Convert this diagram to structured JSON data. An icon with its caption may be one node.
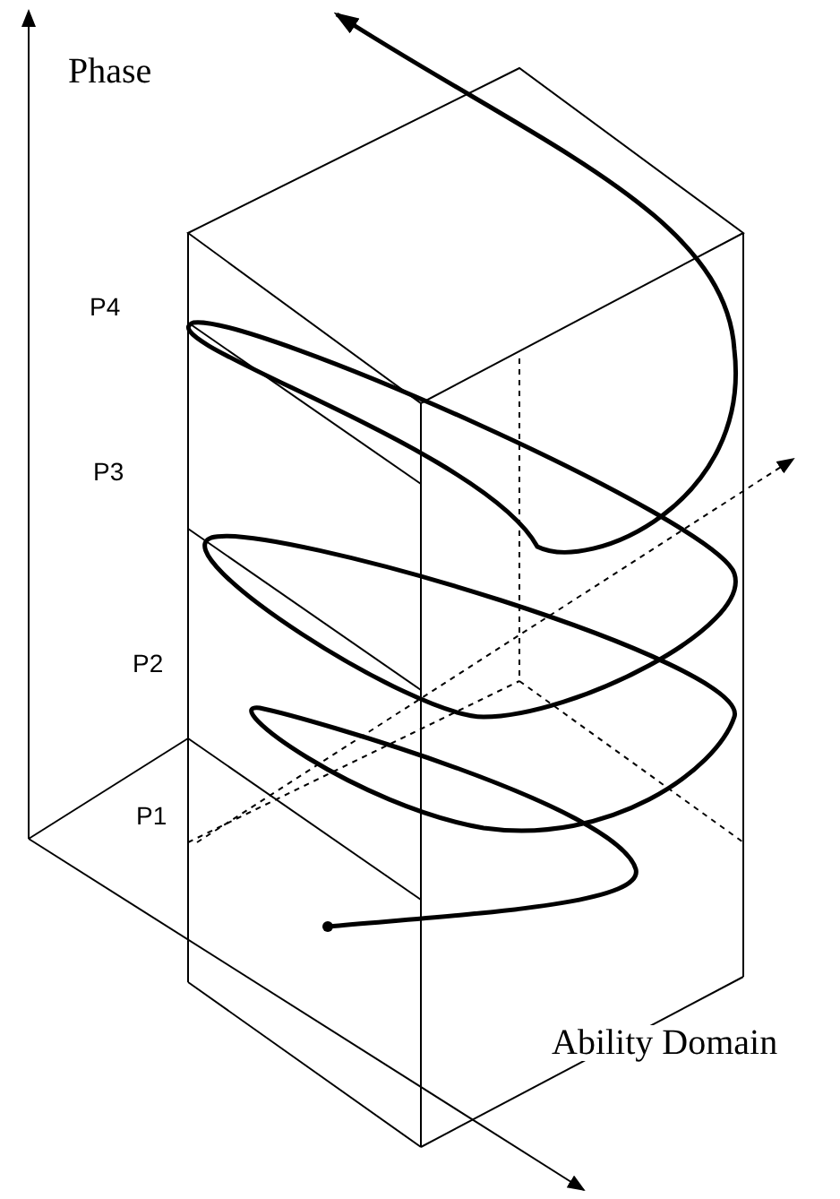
{
  "diagram": {
    "labels": [
      "Phase",
      "P4",
      "P3",
      "P2",
      "P1",
      "Ability Domain"
    ]
  }
}
